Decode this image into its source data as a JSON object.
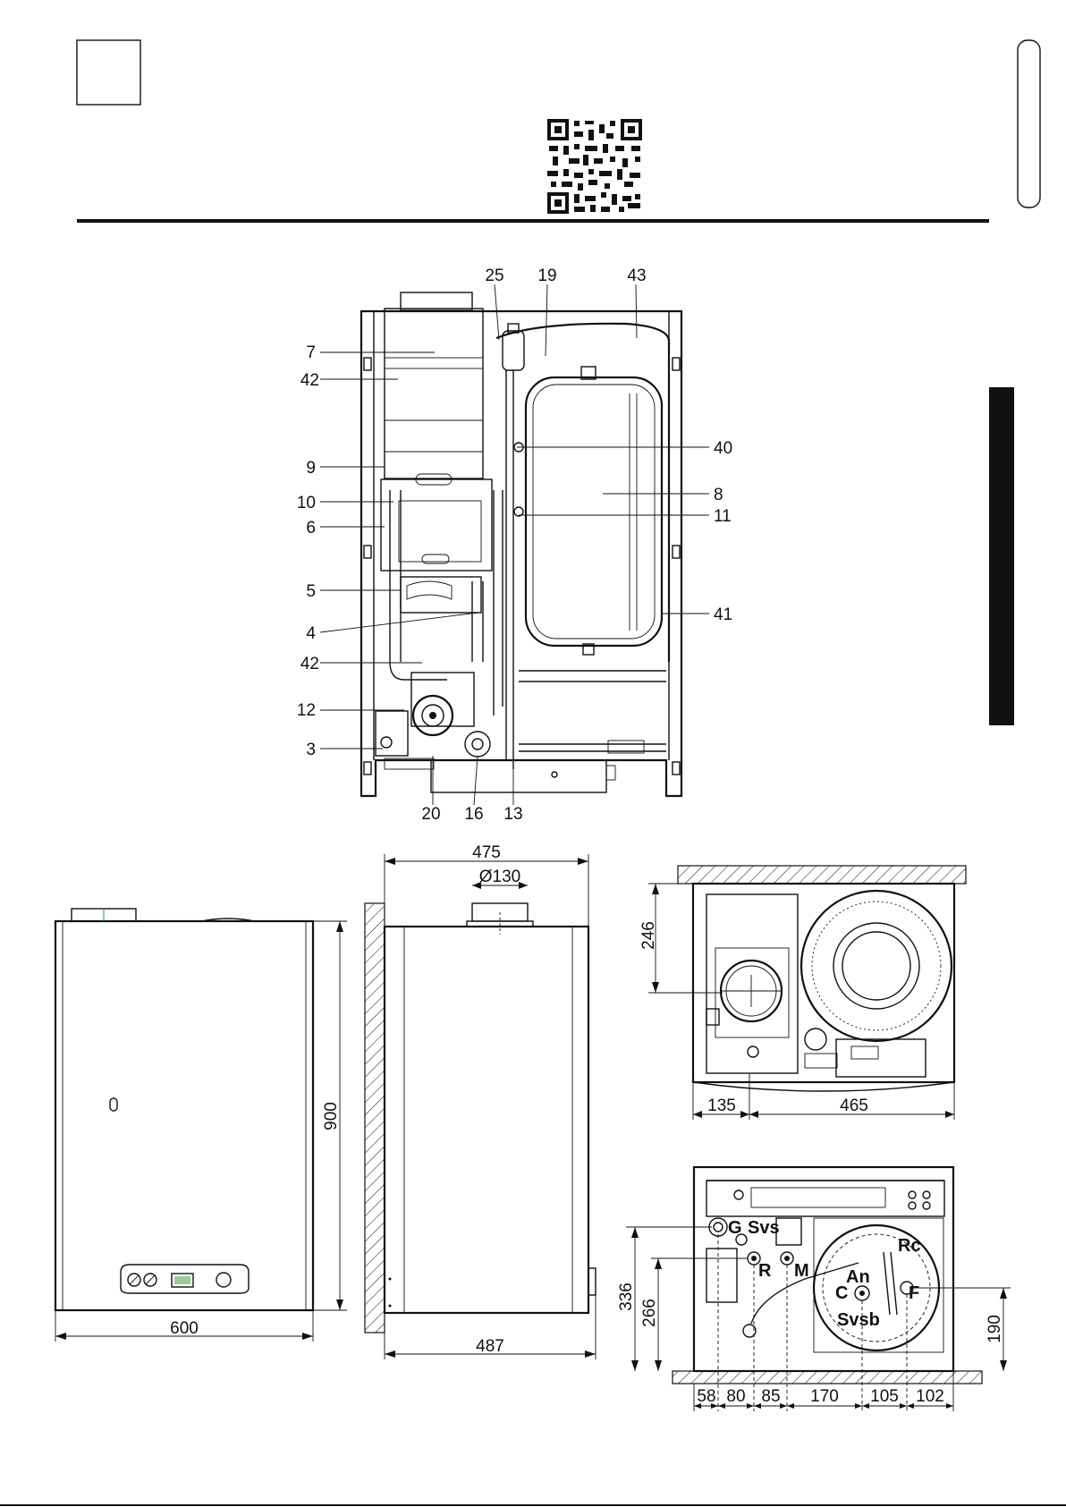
{
  "front_labels": [
    "25",
    "19",
    "43",
    "7",
    "42",
    "9",
    "10",
    "6",
    "5",
    "4",
    "42",
    "12",
    "3",
    "40",
    "8",
    "11",
    "41",
    "20",
    "16",
    "13"
  ],
  "dims": {
    "front_height": "900",
    "front_width": "600",
    "side_top": "475",
    "flue": "Ø130",
    "side_bottom": "487",
    "top_depth": "246",
    "top_left": "135",
    "top_right": "465",
    "bottom_h1": "336",
    "bottom_h2": "266",
    "bottom_h3": "190",
    "bottom_seq": [
      "58",
      "80",
      "85",
      "170",
      "105",
      "102"
    ]
  },
  "connections": [
    "G",
    "Svs",
    "Rc",
    "R",
    "M",
    "An",
    "C",
    "F",
    "Svsb"
  ]
}
